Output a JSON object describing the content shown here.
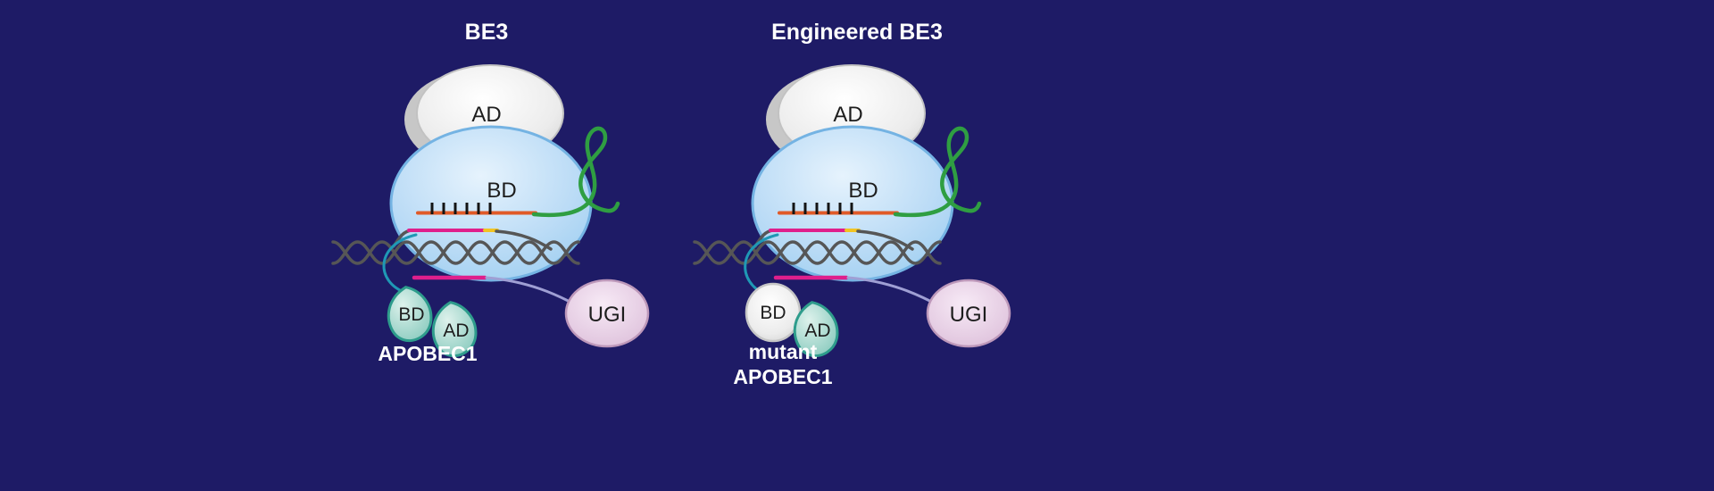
{
  "panels": [
    {
      "title": "BE3",
      "ad": "AD",
      "bd": "BD",
      "apobec_bd": "BD",
      "apobec_ad": "AD",
      "name1": "APOBEC1",
      "ugi": "UGI"
    },
    {
      "title": "Engineered BE3",
      "ad": "AD",
      "bd": "BD",
      "apobec_bd": "BD",
      "apobec_ad": "AD",
      "name1": "mutant",
      "name2": "APOBEC1",
      "ugi": "UGI"
    }
  ],
  "colors": {
    "background_navy": "#1e1b66",
    "cas9_blue": "#aed3f2",
    "ad_gray": "#ececec",
    "apobec_teal": "#8fcfc2",
    "ugi_pink": "#e3c4e0",
    "sgrna_green": "#2f9e42",
    "guide_orange": "#e05a28",
    "strand_magenta": "#df1f8c",
    "pam_yellow": "#f2c422",
    "linker_teal": "#1f98b5",
    "linker_lavender": "#9f9fd4",
    "dna_gray": "#565656"
  }
}
